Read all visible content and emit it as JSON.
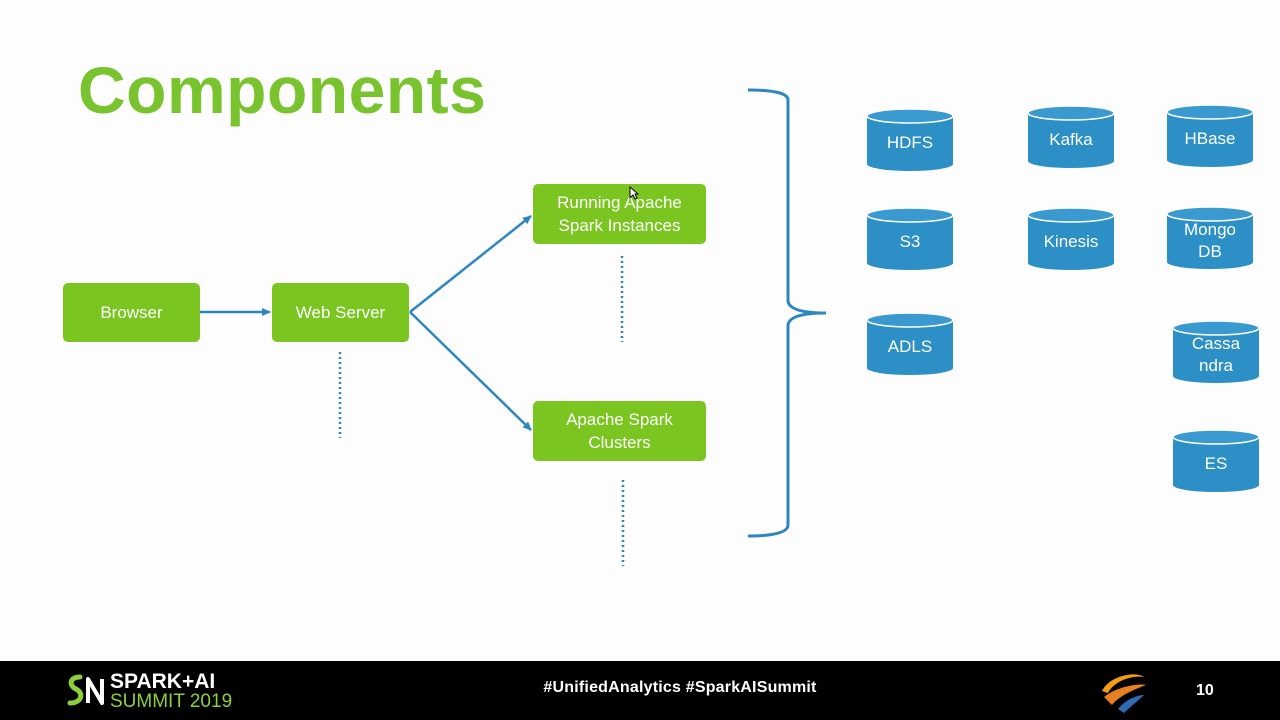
{
  "slide": {
    "title": "Components",
    "colors": {
      "accent_green": "#7ac51f",
      "title_green": "#78c32e",
      "line_blue": "#2e86c1",
      "cyl_blue": "#2c8fc6"
    }
  },
  "flow": {
    "browser": "Browser",
    "web_server": "Web Server",
    "running_instances": "Running Apache\nSpark Instances",
    "spark_clusters": "Apache Spark\nClusters"
  },
  "data_sources": {
    "hdfs": "HDFS",
    "kafka": "Kafka",
    "hbase": "HBase",
    "s3": "S3",
    "kinesis": "Kinesis",
    "mongodb": "Mongo\nDB",
    "adls": "ADLS",
    "cassandra": "Cassa\nndra",
    "es": "ES"
  },
  "footer": {
    "logo_line1": "SPARK+AI",
    "logo_line2": "SUMMIT 2019",
    "hashtags": "#UnifiedAnalytics #SparkAISummit",
    "page_number": "10",
    "icons": {
      "summit_logo": "spark-ai-summit-logo-icon",
      "partner_logo": "partner-swoosh-logo-icon"
    }
  }
}
